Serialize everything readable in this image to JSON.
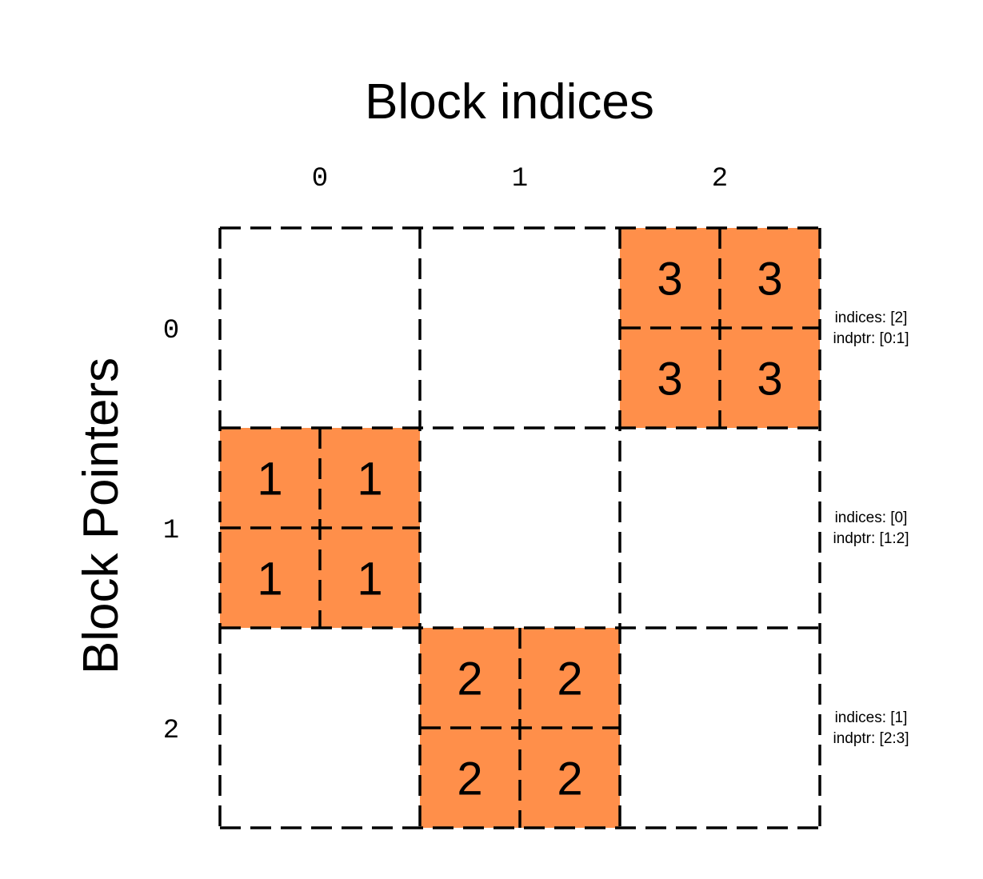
{
  "title": "Block indices",
  "row_axis_title": "Block Pointers",
  "column_labels": [
    "0",
    "1",
    "2"
  ],
  "row_labels": [
    "0",
    "1",
    "2"
  ],
  "fill_color": "#FF8F4A",
  "blocks": [
    {
      "row": 0,
      "col": 2,
      "value": "3"
    },
    {
      "row": 1,
      "col": 0,
      "value": "1"
    },
    {
      "row": 2,
      "col": 1,
      "value": "2"
    }
  ],
  "row_annotations": [
    {
      "indices": "indices: [2]",
      "indptr": "indptr: [0:1]"
    },
    {
      "indices": "indices: [0]",
      "indptr": "indptr: [1:2]"
    },
    {
      "indices": "indices: [1]",
      "indptr": "indptr: [2:3]"
    }
  ]
}
